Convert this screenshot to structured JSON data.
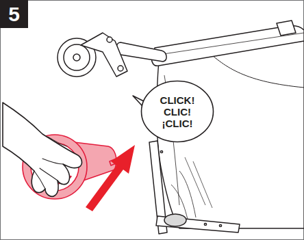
{
  "diagram": {
    "nodes": [
      {
        "text": [
          "5"
        ]
      },
      {
        "text": [
          "CLICK!",
          "CLIC!",
          "¡CLIC!"
        ]
      }
    ],
    "edges": []
  }
}
